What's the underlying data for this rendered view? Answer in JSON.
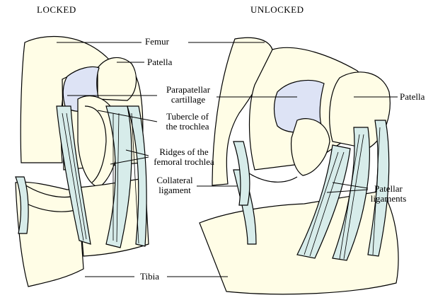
{
  "titles": {
    "left": "LOCKED",
    "right": "UNLOCKED"
  },
  "labels": {
    "femur": "Femur",
    "patella_left": "Patella",
    "patella_right": "Patella",
    "parapatellar_1": "Parapatellar",
    "parapatellar_2": "cartillage",
    "tubercle_1": "Tubercle of",
    "tubercle_2": "the trochlea",
    "ridges_1": "Ridges of the",
    "ridges_2": "femoral trochlea",
    "collateral_1": "Collateral",
    "collateral_2": "ligament",
    "patellar_lig_1": "Patellar",
    "patellar_lig_2": "ligaments",
    "tibia": "Tibia"
  },
  "colors": {
    "bone": "#fffde6",
    "cartilage": "#dde3f5",
    "ligament": "#d7ecea",
    "outline": "#000000"
  }
}
